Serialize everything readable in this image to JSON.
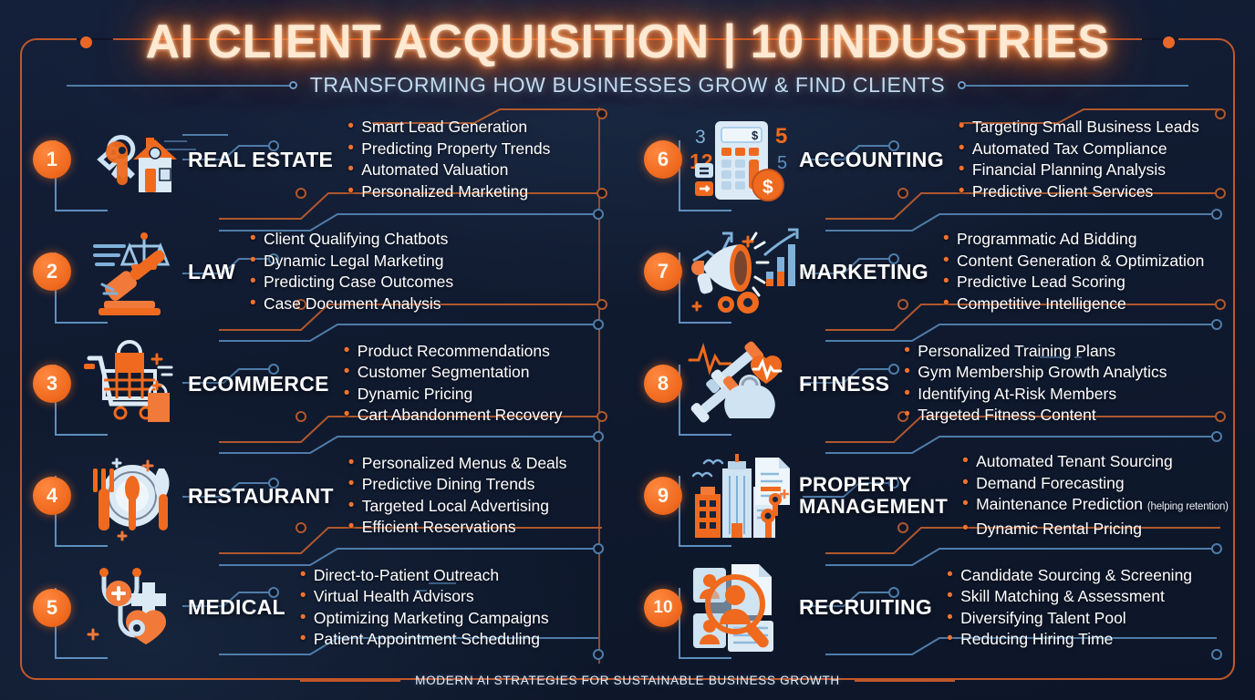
{
  "header": {
    "title": "AI CLIENT ACQUISITION | 10 INDUSTRIES",
    "subtitle": "TRANSFORMING HOW BUSINESSES GROW & FIND CLIENTS"
  },
  "footer": {
    "text": "MODERN AI STRATEGIES FOR SUSTAINABLE BUSINESS GROWTH"
  },
  "colors": {
    "background": "#0d1628",
    "accent_orange": "#f2722e",
    "badge_orange": "#ef6a1e",
    "frame_orange": "#c2572a",
    "trace_blue": "#5d8fbe",
    "subtitle_blue": "#c3dbef",
    "text_white": "#ffffff",
    "title_glow": "#ffe9d2"
  },
  "icon_labels": {
    "accounting_numbers": [
      "3",
      "12",
      "5",
      "5"
    ],
    "accounting_currency": "$"
  },
  "left_column": [
    {
      "number": "1",
      "icon": "house-keys-icon",
      "sector": "REAL ESTATE",
      "bullets": [
        "Smart Lead Generation",
        "Predicting Property Trends",
        "Automated Valuation",
        "Personalized Marketing"
      ]
    },
    {
      "number": "2",
      "icon": "gavel-scales-icon",
      "sector": "LAW",
      "bullets": [
        "Client Qualifying Chatbots",
        "Dynamic Legal Marketing",
        "Predicting Case Outcomes",
        "Case Document Analysis"
      ]
    },
    {
      "number": "3",
      "icon": "shopping-cart-bags-icon",
      "sector": "ECOMMERCE",
      "bullets": [
        "Product Recommendations",
        "Customer Segmentation",
        "Dynamic Pricing",
        "Cart Abandonment Recovery"
      ]
    },
    {
      "number": "4",
      "icon": "plate-cutlery-icon",
      "sector": "RESTAURANT",
      "bullets": [
        "Personalized Menus & Deals",
        "Predictive Dining Trends",
        "Targeted Local Advertising",
        "Efficient Reservations"
      ]
    },
    {
      "number": "5",
      "icon": "stethoscope-heart-cross-icon",
      "sector": "MEDICAL",
      "bullets": [
        "Direct-to-Patient Outreach",
        "Virtual Health Advisors",
        "Optimizing Marketing Campaigns",
        "Patient Appointment Scheduling"
      ]
    }
  ],
  "right_column": [
    {
      "number": "6",
      "icon": "calculator-coin-icon",
      "sector": "ACCOUNTING",
      "bullets": [
        "Targeting Small Business Leads",
        "Automated Tax Compliance",
        "Financial Planning Analysis",
        "Predictive Client Services"
      ]
    },
    {
      "number": "7",
      "icon": "megaphone-chart-gears-icon",
      "sector": "MARKETING",
      "bullets": [
        "Programmatic Ad Bidding",
        "Content Generation & Optimization",
        "Predictive Lead Scoring",
        "Competitive Intelligence"
      ]
    },
    {
      "number": "8",
      "icon": "dumbbell-kettlebell-heartbeat-icon",
      "sector": "FITNESS",
      "bullets": [
        "Personalized Training Plans",
        "Gym Membership Growth Analytics",
        "Identifying At-Risk Members",
        "Targeted Fitness Content"
      ]
    },
    {
      "number": "9",
      "icon": "buildings-document-key-icon",
      "sector_line1": "PROPERTY",
      "sector_line2": "MANAGEMENT",
      "bullets": [
        "Automated Tenant Sourcing",
        "Demand Forecasting",
        "Maintenance Prediction",
        "Dynamic Rental Pricing"
      ],
      "bullet_notes": {
        "2": "(helping retention)"
      }
    },
    {
      "number": "10",
      "icon": "profiles-magnifier-resume-icon",
      "sector": "RECRUITING",
      "bullets": [
        "Candidate Sourcing & Screening",
        "Skill Matching & Assessment",
        "Diversifying Talent Pool",
        "Reducing Hiring Time"
      ]
    }
  ]
}
